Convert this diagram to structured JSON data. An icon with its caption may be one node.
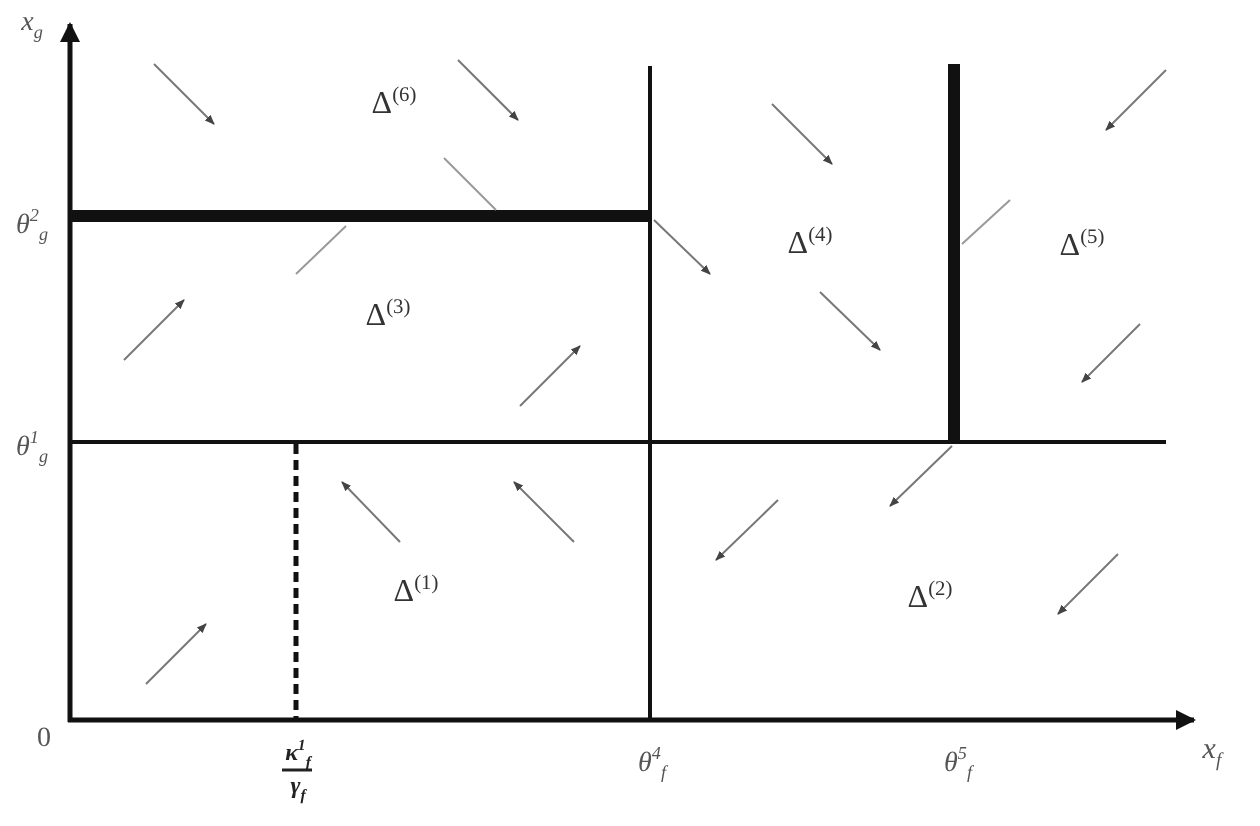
{
  "diagram": {
    "labels": [
      "x$_{g}$",
      "Δ$^{(6)}$",
      "θ$^{2}$$_{g}$",
      "Δ$^{(4)}$",
      "Δ$^{(5)}$",
      "Δ$^{(3)}$",
      "θ$^{1}$$_{g}$",
      "Δ$^{(1)}$",
      "Δ$^{(2)}$",
      "0",
      "κ$^{1}$$_{f}$",
      "γ$_{f}$",
      "θ$^{4}$$_{f}$",
      "θ$^{5}$$_{f}$",
      "x$_{f}$"
    ]
  }
}
